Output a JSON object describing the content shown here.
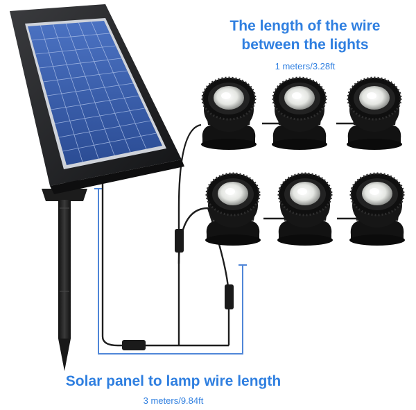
{
  "colors": {
    "accent": "#2f7fe0",
    "panel_frame": "#1d1e20",
    "cell_blue": "#3a5fae",
    "lamp_body": "#141414",
    "led_glow": "#e9ebe7",
    "wire": "#202020",
    "dimension_line": "#4f86d8"
  },
  "top_label": {
    "line1": "The length of the wire",
    "line2": "between the lights",
    "measurement": "1 meters/3.28ft"
  },
  "bottom_label": {
    "line1": "Solar panel to lamp wire length",
    "measurement": "3 meters/9.84ft"
  },
  "product": {
    "lamp_count": 6,
    "rows": 2,
    "columns": 3
  }
}
